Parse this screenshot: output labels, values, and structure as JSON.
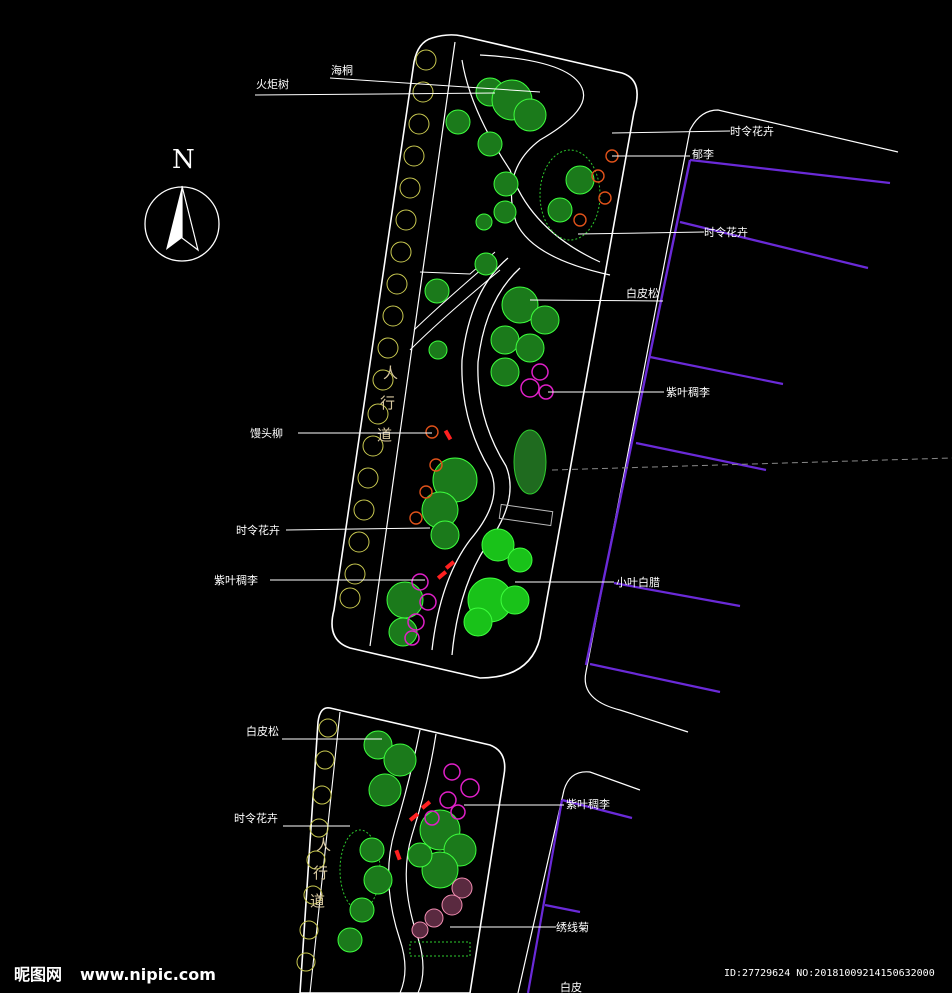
{
  "north": {
    "letter": "N",
    "icon": "north-arrow-icon"
  },
  "colors": {
    "background": "#000000",
    "outline": "#ffffff",
    "tree": "#2ecc2e",
    "bright_tree": "#3dff3d",
    "flower_orange": "#e0521a",
    "purple_plum": "#e020c8",
    "pink_shrub": "#f08cb0",
    "road_edge": "#6a2ad8",
    "street_tree": "#c8c850"
  },
  "walkway_text": {
    "upper": [
      "人",
      "行",
      "道"
    ],
    "lower": [
      "人",
      "行",
      "道"
    ]
  },
  "labels": {
    "huojushu": "火炬树",
    "haitong": "海桐",
    "shiling_1": "时令花卉",
    "yuli": "郁李",
    "shiling_2": "时令花卉",
    "baipisong_1": "白皮松",
    "ziyelili_1": "紫叶稠李",
    "mantouliu": "馒头柳",
    "shiling_3": "时令花卉",
    "ziyelili_2": "紫叶稠李",
    "xiaoyebaila": "小叶白腊",
    "baipisong_2": "白皮松",
    "shiling_4": "时令花卉",
    "ziyelili_3": "紫叶稠李",
    "xiuxianju": "绣线菊",
    "bottom_cut": "白皮"
  },
  "watermark": {
    "logo": "昵图网",
    "site": "www.nipic.com",
    "id": "ID:27729624 NO:20181009214150632000"
  }
}
